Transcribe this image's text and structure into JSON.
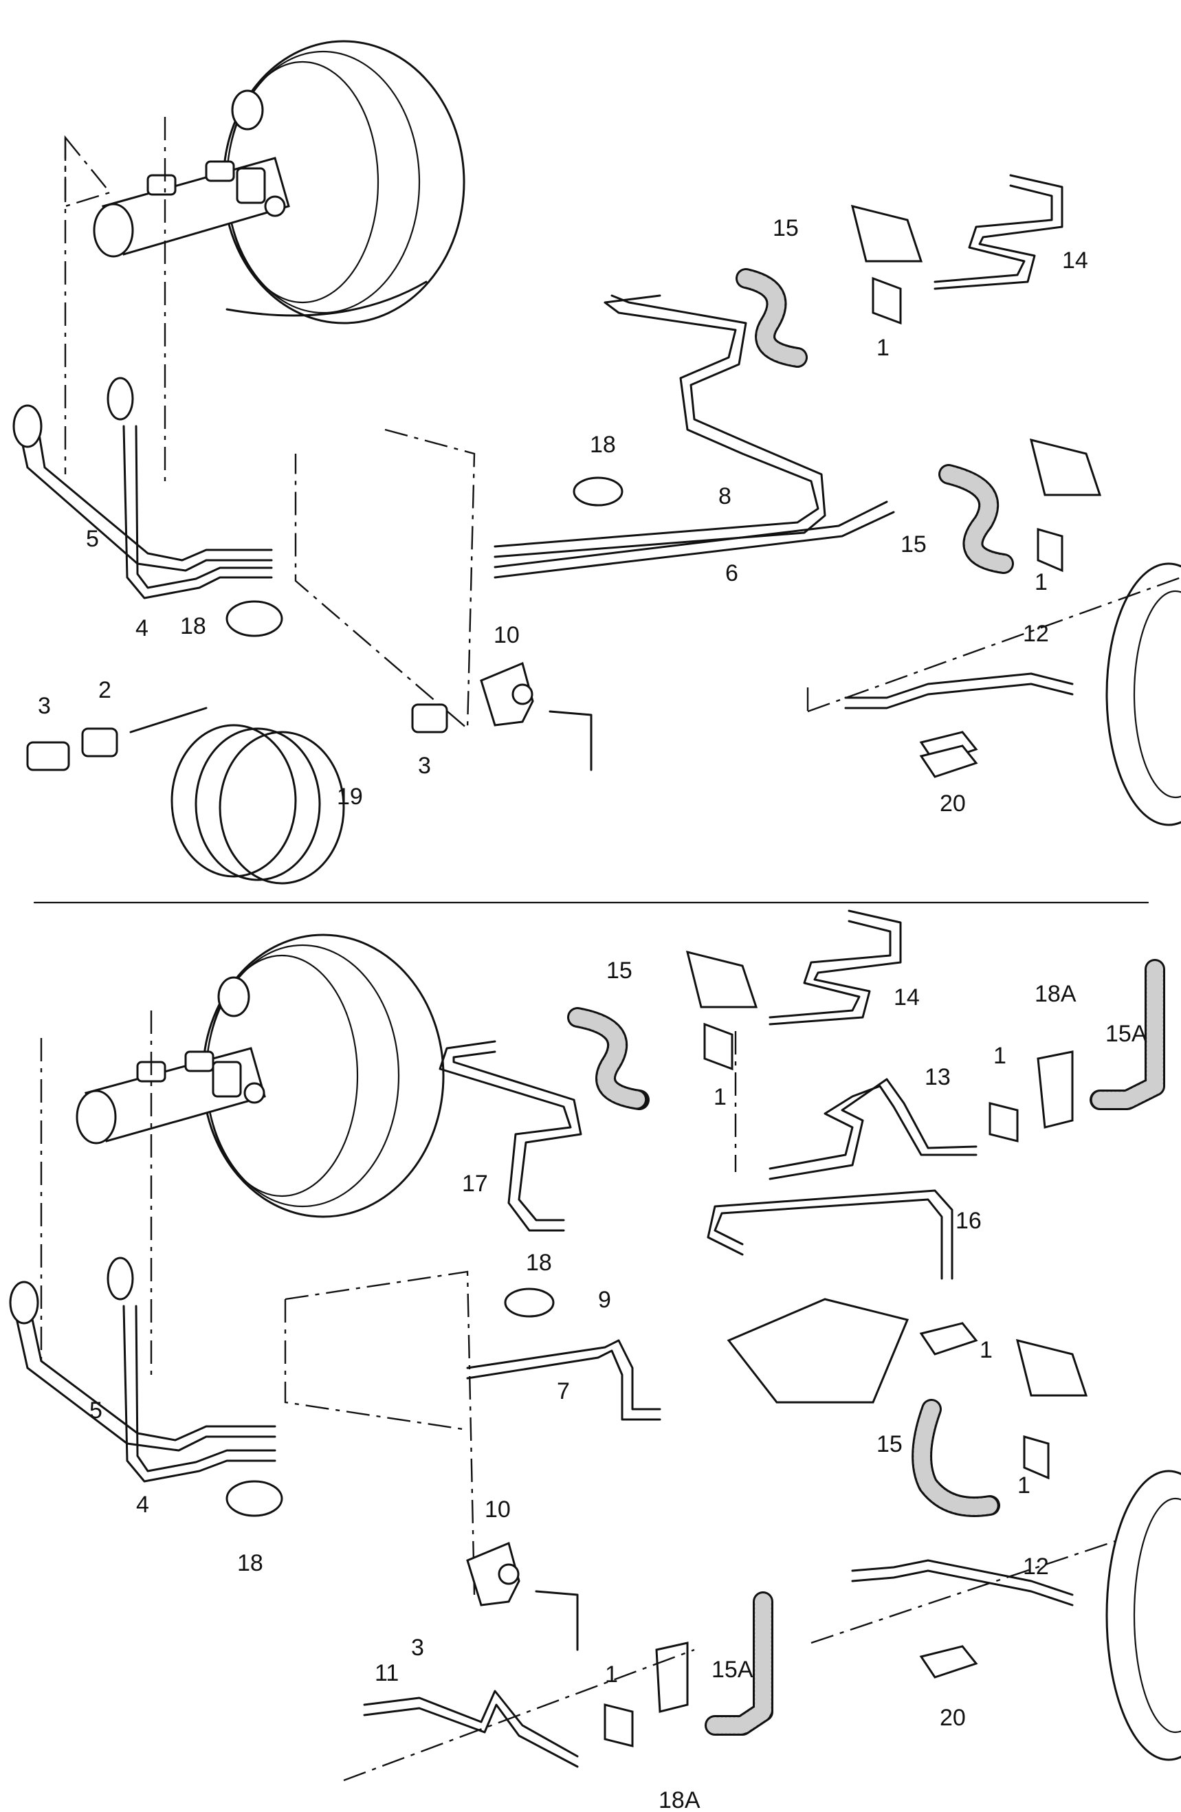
{
  "callouts": {
    "top": {
      "c1a": "1",
      "c1b": "1",
      "c2": "2",
      "c3a": "3",
      "c3b": "3",
      "c4": "4",
      "c5": "5",
      "c6": "6",
      "c8": "8",
      "c10": "10",
      "c12": "12",
      "c14": "14",
      "c15a": "15",
      "c15b": "15",
      "c18a": "18",
      "c18b": "18",
      "c19": "19",
      "c20": "20"
    },
    "bottom": {
      "c1a": "1",
      "c1b": "1",
      "c1c": "1",
      "c1d": "1",
      "c1e": "1",
      "c3": "3",
      "c4": "4",
      "c5": "5",
      "c7": "7",
      "c9": "9",
      "c10": "10",
      "c11": "11",
      "c12": "12",
      "c13": "13",
      "c14": "14",
      "c15a": "15",
      "c15b": "15",
      "c15A1": "15A",
      "c15A2": "15A",
      "c16": "16",
      "c17": "17",
      "c18a": "18",
      "c18A1": "18A",
      "c18A2": "18A",
      "c20": "20"
    }
  },
  "icons": {
    "brake-booster": "booster-icon",
    "master-cylinder": "master-cylinder-icon",
    "brake-hose": "hose-icon",
    "brake-drum": "drum-icon",
    "retaining-clip": "clip-icon",
    "bracket": "bracket-icon"
  },
  "colors": {
    "ink": "#111111",
    "paper": "#ffffff",
    "hose_fill": "#cfcfcf"
  }
}
